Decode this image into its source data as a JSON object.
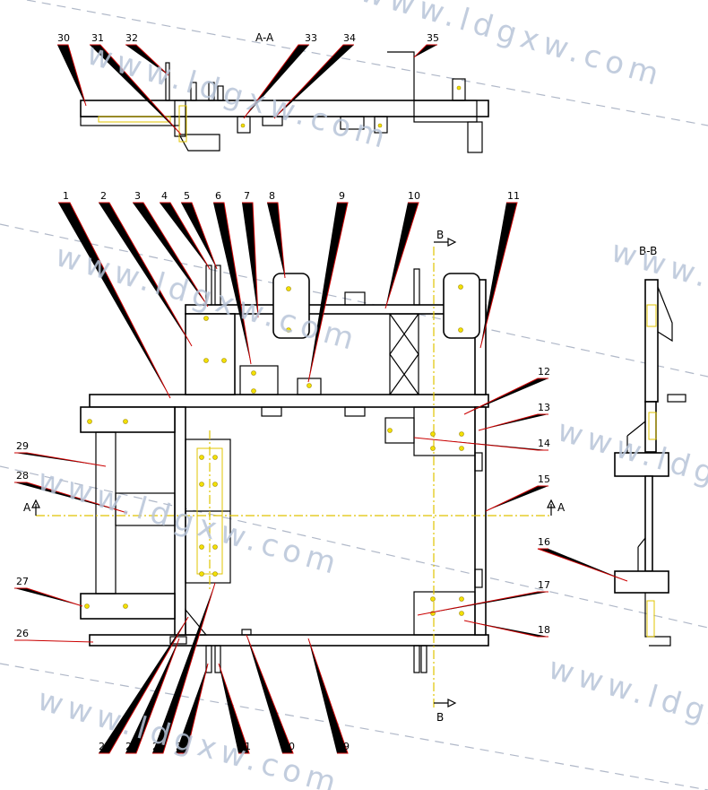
{
  "section_labels": {
    "aa_top": "A-A",
    "bb_top": "B-B",
    "b_top": "B",
    "b_bottom": "B",
    "a_left": "A",
    "a_right": "A"
  },
  "watermark": {
    "text": "www.ldgxw.com"
  },
  "colors": {
    "line": "#000000",
    "leader": "#cc0000",
    "hidden": "#e0c400",
    "hole": "#f2e000",
    "watermark": "#b8c4d8"
  },
  "callouts": {
    "top": [
      "1",
      "2",
      "3",
      "4",
      "5",
      "6",
      "7",
      "8",
      "9",
      "10",
      "11"
    ],
    "right": [
      "12",
      "13",
      "14",
      "15",
      "16",
      "17",
      "18"
    ],
    "bottom": [
      "19",
      "20",
      "21",
      "22",
      "23",
      "24",
      "25"
    ],
    "left": [
      "26",
      "27",
      "28",
      "29"
    ],
    "aa": [
      "30",
      "31",
      "32",
      "33",
      "34",
      "35"
    ]
  }
}
